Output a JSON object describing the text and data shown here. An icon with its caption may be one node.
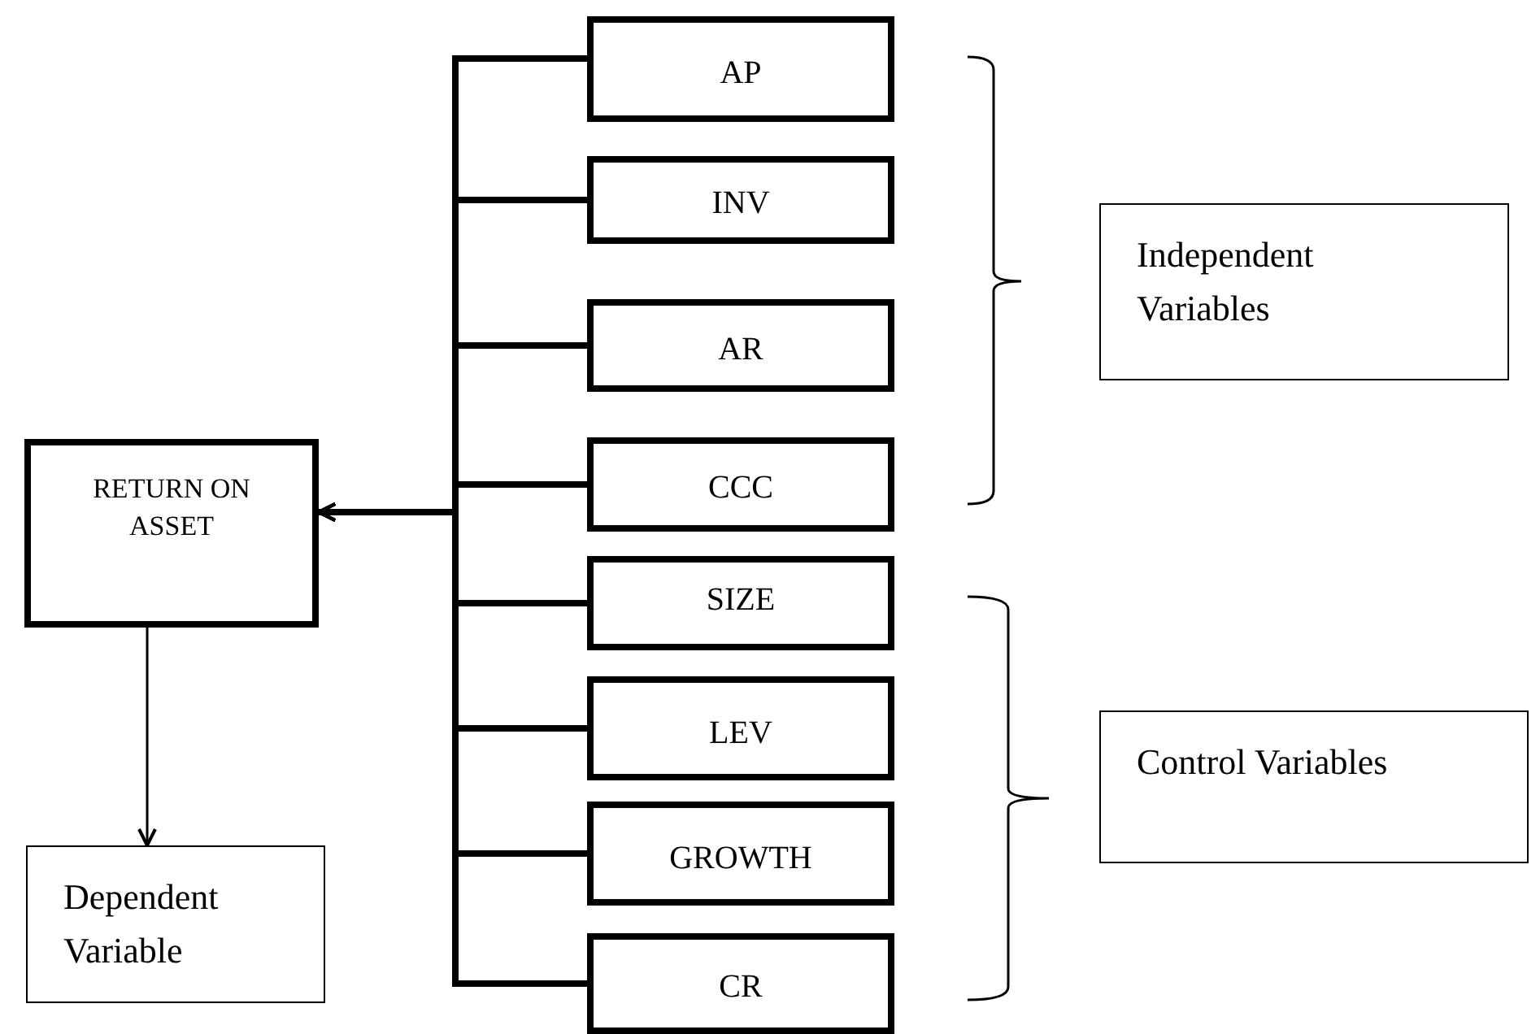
{
  "diagram": {
    "nodes": [
      {
        "text": [
          "AP"
        ]
      },
      {
        "text": [
          "INV"
        ]
      },
      {
        "text": [
          "AR"
        ]
      },
      {
        "text": [
          "CCC"
        ]
      },
      {
        "text": [
          "SIZE"
        ]
      },
      {
        "text": [
          "LEV"
        ]
      },
      {
        "text": [
          "GROWTH"
        ]
      },
      {
        "text": [
          "CR"
        ]
      },
      {
        "text": [
          "RETURN ON ASSET"
        ]
      },
      {
        "text": [
          "Dependent Variable"
        ]
      },
      {
        "text": [
          "Independent Variables"
        ]
      },
      {
        "text": [
          "Control Variables"
        ]
      }
    ],
    "edges": [
      {
        "from": 0,
        "to": 8,
        "arrow": "to"
      },
      {
        "from": 1,
        "to": 8,
        "arrow": "to"
      },
      {
        "from": 2,
        "to": 8,
        "arrow": "to"
      },
      {
        "from": 3,
        "to": 8,
        "arrow": "to"
      },
      {
        "from": 4,
        "to": 8,
        "arrow": "to"
      },
      {
        "from": 5,
        "to": 8,
        "arrow": "to"
      },
      {
        "from": 6,
        "to": 8,
        "arrow": "to"
      },
      {
        "from": 7,
        "to": 8,
        "arrow": "to"
      },
      {
        "from": 8,
        "to": 9,
        "arrow": "to"
      }
    ]
  }
}
